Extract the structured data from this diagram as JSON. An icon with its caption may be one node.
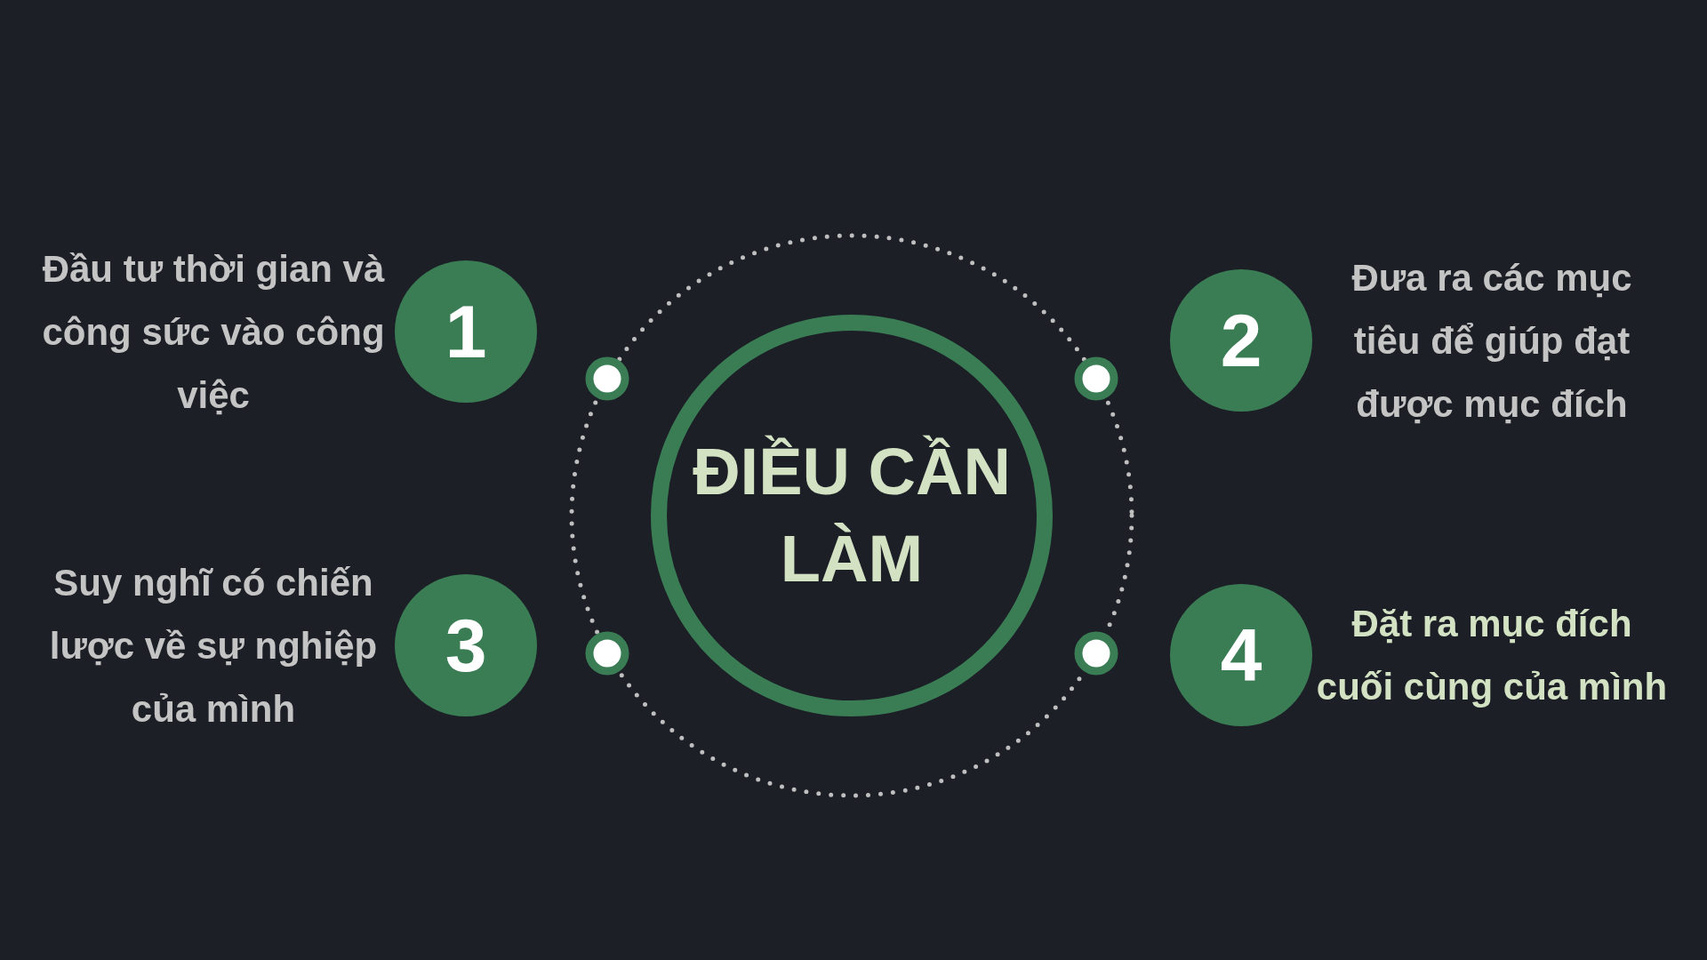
{
  "diagram": {
    "nodes": [
      {
        "text": [
          "ĐIỀU CẦN LÀM"
        ]
      },
      {
        "text": [
          "1"
        ],
        "beside": [
          "Đầu tư thời gian và công sức vào công việc"
        ]
      },
      {
        "text": [
          "2"
        ],
        "beside": [
          "Đưa ra các mục tiêu để giúp đạt được mục đích"
        ]
      },
      {
        "text": [
          "3"
        ],
        "beside": [
          "Suy nghĩ có chiến lược về sự nghiệp của mình"
        ]
      },
      {
        "text": [
          "4"
        ],
        "beside": [
          "Đặt ra mục đích cuối cùng của mình"
        ]
      }
    ],
    "edges": []
  }
}
